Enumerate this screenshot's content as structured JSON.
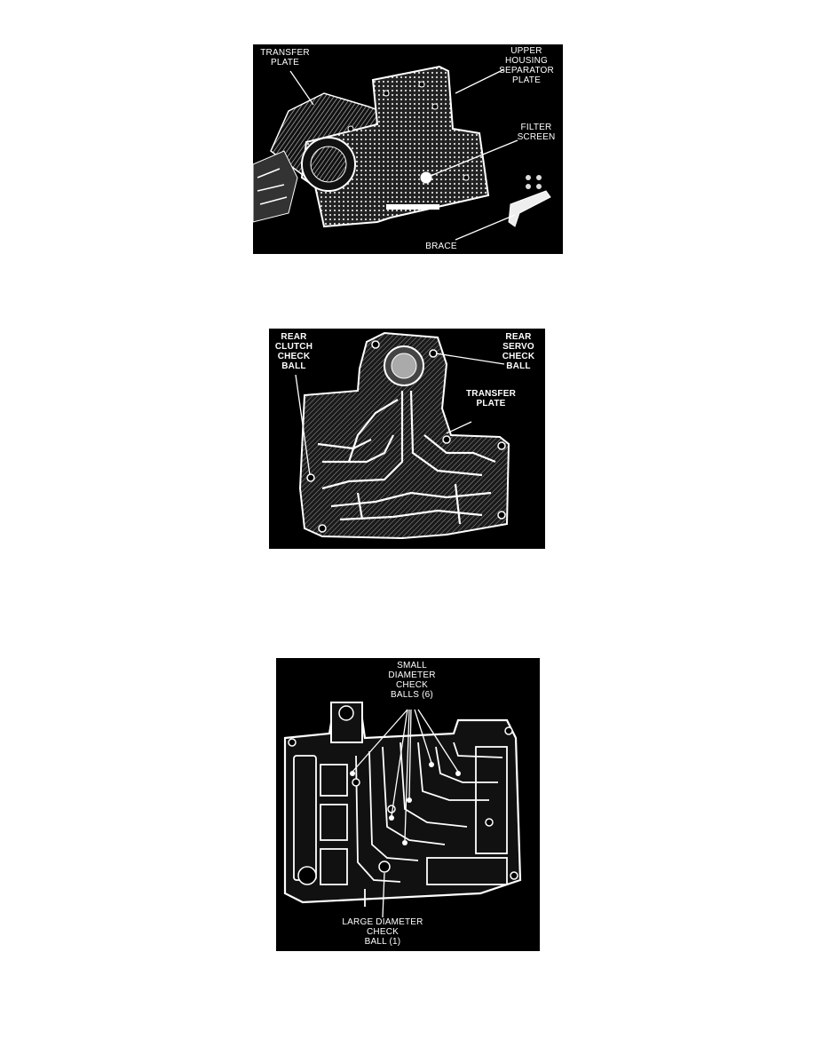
{
  "figures": [
    {
      "id": "fig1",
      "labels": {
        "transfer_plate": "TRANSFER\nPLATE",
        "upper_housing": "UPPER\nHOUSING\nSEPARATOR\nPLATE",
        "filter_screen": "FILTER\nSCREEN",
        "brace": "BRACE"
      }
    },
    {
      "id": "fig2",
      "labels": {
        "rear_clutch": "REAR\nCLUTCH\nCHECK\nBALL",
        "rear_servo": "REAR\nSERVO\nCHECK\nBALL",
        "transfer_plate": "TRANSFER\nPLATE"
      }
    },
    {
      "id": "fig3",
      "labels": {
        "small_balls": "SMALL\nDIAMETER\nCHECK\nBALLS (6)",
        "large_ball": "LARGE DIAMETER\nCHECK\nBALL (1)"
      }
    }
  ],
  "colors": {
    "background": "#000000",
    "linework": "#ffffff",
    "page": "#ffffff"
  }
}
